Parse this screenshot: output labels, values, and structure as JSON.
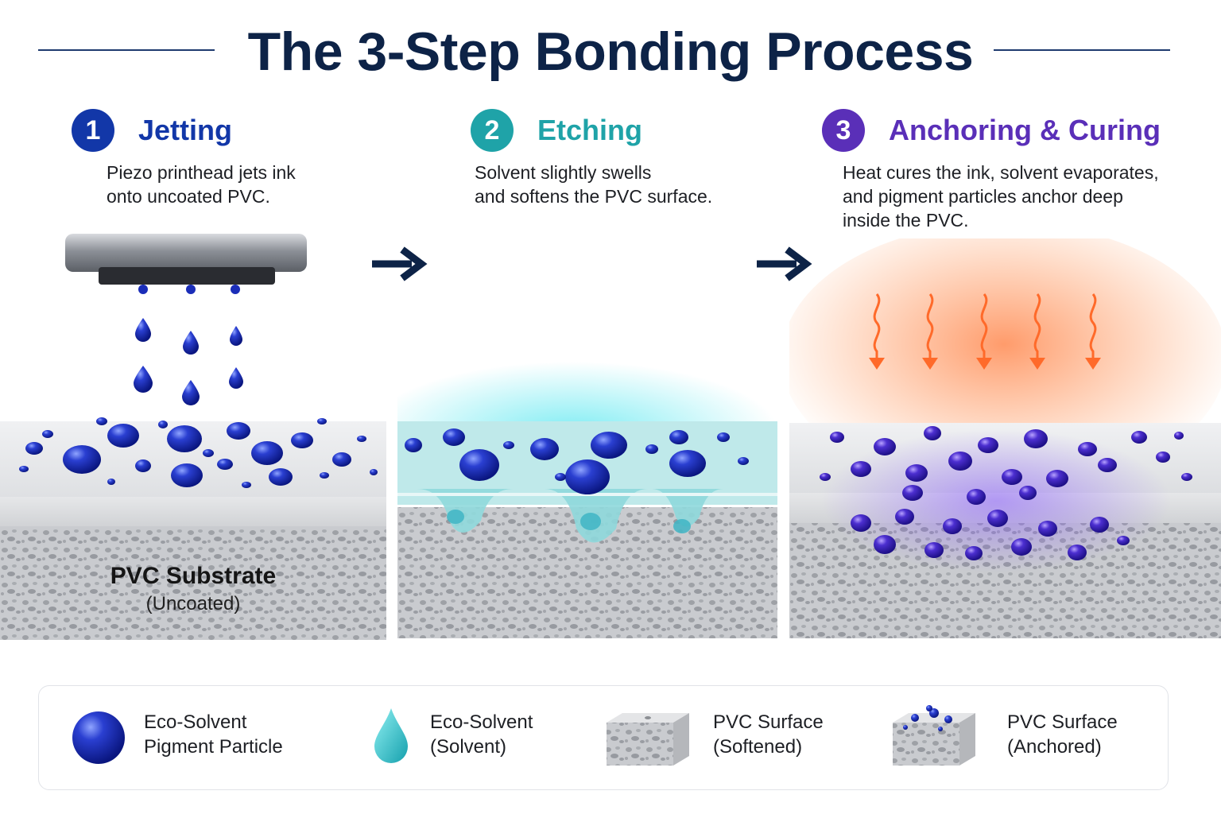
{
  "title": "The 3-Step Bonding Process",
  "steps": [
    {
      "number": "1",
      "title": "Jetting",
      "description": "Piezo printhead jets ink\nonto uncoated PVC.",
      "color": "#1237a8"
    },
    {
      "number": "2",
      "title": "Etching",
      "description": "Solvent slightly swells\nand softens the PVC surface.",
      "color": "#1fa3a8"
    },
    {
      "number": "3",
      "title": "Anchoring & Curing",
      "description": "Heat cures the ink, solvent evaporates,\nand pigment particles anchor deep\ninside the PVC.",
      "color": "#5a2fb8"
    }
  ],
  "substrate": {
    "label": "PVC Substrate",
    "sublabel": "(Uncoated)"
  },
  "legend": [
    {
      "label": "Eco-Solvent\nPigment Particle",
      "icon": "pigment-particle-icon"
    },
    {
      "label": "Eco-Solvent\n(Solvent)",
      "icon": "solvent-drop-icon"
    },
    {
      "label": "PVC Surface\n(Softened)",
      "icon": "pvc-softened-cube-icon"
    },
    {
      "label": "PVC Surface\n(Anchored)",
      "icon": "pvc-anchored-cube-icon"
    }
  ],
  "colors": {
    "title": "#0d2347",
    "pigment": "#1a2db8",
    "solvent": "#2bc3cc",
    "heat": "#ff6a2a",
    "arrow": "#0d2347"
  }
}
